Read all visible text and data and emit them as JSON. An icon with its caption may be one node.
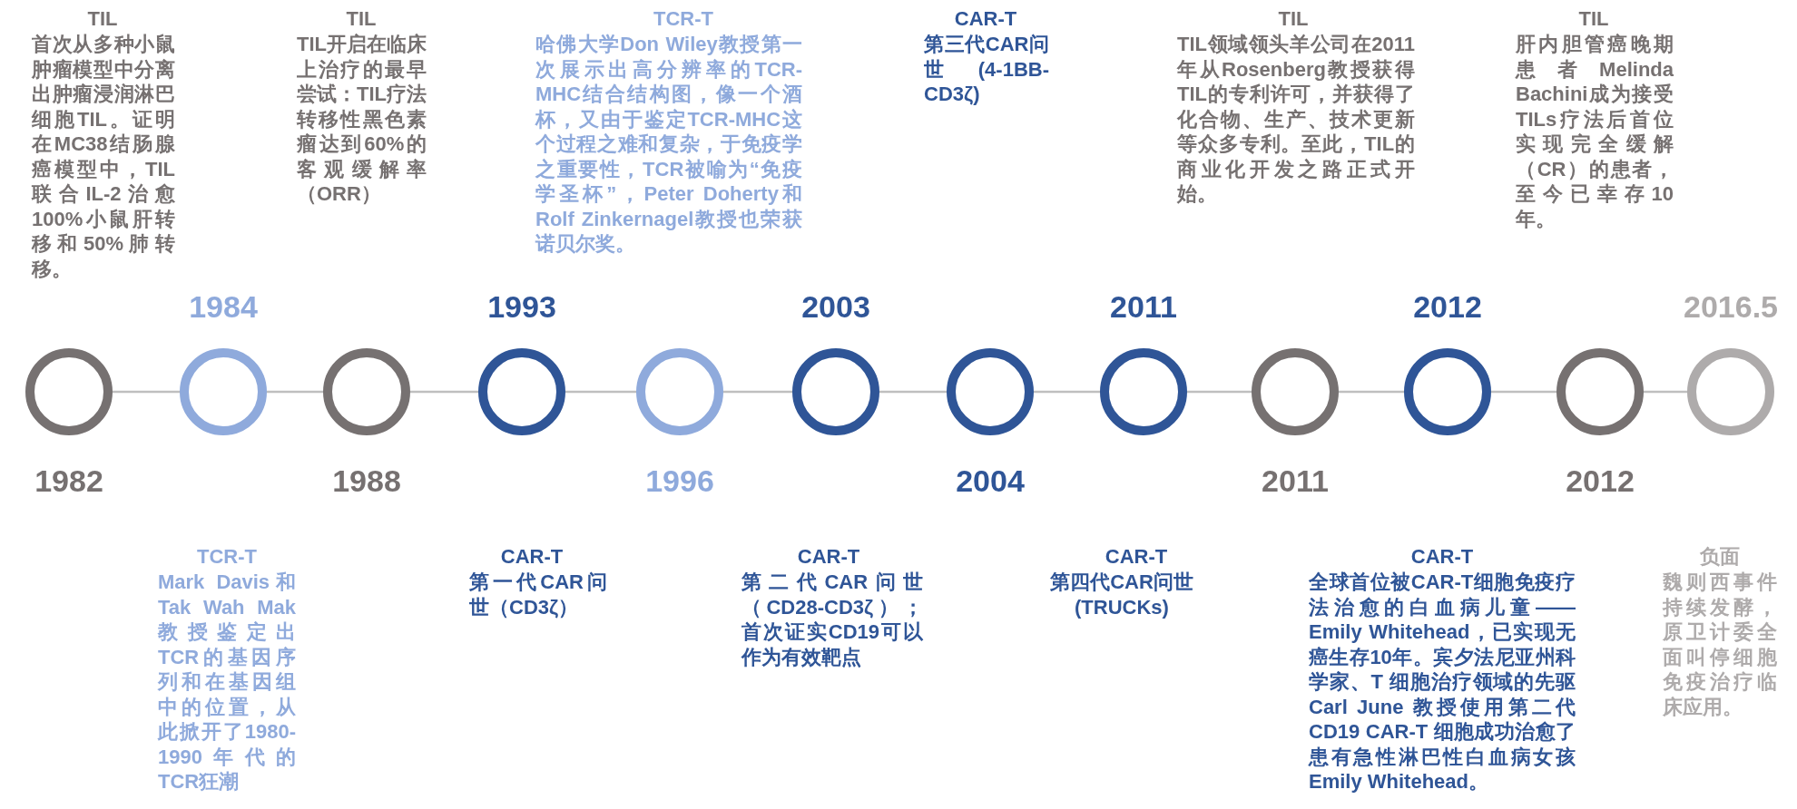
{
  "diagram": {
    "nodes": [
      {
        "text": [],
        "shape": "circle",
        "beside": [
          "1982",
          "TIL",
          "首次从多种小鼠肿瘤模型中分离出肿瘤浸润淋巴细胞TIL。证明在MC38结肠腺癌模型中，TIL联合IL-2治愈100%小鼠肝转移和50%肺转移。"
        ]
      },
      {
        "text": [],
        "shape": "circle",
        "beside": [
          "1984",
          "TCR-T",
          "Mark Davis和Tak Wah Mak教授鉴定出TCR的基因序列和在基因组中的位置，从此掀开了1980-1990年代的TCR狂潮"
        ]
      },
      {
        "text": [],
        "shape": "circle",
        "beside": [
          "1988",
          "TIL",
          "TIL开启在临床上治疗的最早尝试：TIL疗法转移性黑色素瘤达到60%的客观缓解率（ORR）"
        ]
      },
      {
        "text": [],
        "shape": "circle",
        "beside": [
          "1993",
          "CAR-T",
          "第一代CAR问世（CD3ζ）"
        ]
      },
      {
        "text": [],
        "shape": "circle",
        "beside": [
          "1996",
          "TCR-T",
          "哈佛大学Don Wiley教授第一次展示出高分辨率的TCR-MHC结合结构图，像一个酒杯，又由于鉴定TCR-MHC这个过程之难和复杂，于免疫学之重要性，TCR被喻为“免疫学圣杯”，Peter Doherty和Rolf Zinkernagel教授也荣获诺贝尔奖。"
        ]
      },
      {
        "text": [],
        "shape": "circle",
        "beside": [
          "2003",
          "CAR-T",
          "第二代CAR问世（CD28-CD3ζ）；首次证实CD19可以作为有效靶点"
        ]
      },
      {
        "text": [],
        "shape": "circle",
        "beside": [
          "2004",
          "CAR-T",
          "第三代CAR问世(4-1BB-CD3ζ)"
        ]
      },
      {
        "text": [],
        "shape": "circle",
        "beside": [
          "2011",
          "CAR-T",
          "第四代CAR问世(TRUCKs)"
        ]
      },
      {
        "text": [],
        "shape": "circle",
        "beside": [
          "2011",
          "TIL",
          "TIL领域领头羊公司在2011年从Rosenberg教授获得TIL的专利许可，并获得了化合物、生产、技术更新等众多专利。至此，TIL的商业化开发之路正式开始。"
        ]
      },
      {
        "text": [],
        "shape": "circle",
        "beside": [
          "2012",
          "CAR-T",
          "全球首位被CAR-T细胞免疫疗法治愈的白血病儿童——Emily Whitehead，已实现无癌生存10年。宾夕法尼亚州科学家、T 细胞治疗领域的先驱Carl June 教授使用第二代CD19 CAR-T 细胞成功治愈了患有急性淋巴性白血病女孩Emily Whitehead。"
        ]
      },
      {
        "text": [],
        "shape": "circle",
        "beside": [
          "2012",
          "TIL",
          "肝内胆管癌晚期患者Melinda Bachini成为接受TILs疗法后首位实现完全缓解（CR）的患者，至今已幸存10年。"
        ]
      },
      {
        "text": [],
        "shape": "circle",
        "beside": [
          "2016.5",
          "负面",
          "魏则西事件持续发酵，原卫计委全面叫停细胞免疫治疗临床应用。"
        ]
      }
    ],
    "edges": [
      {
        "from": 0,
        "to": 1,
        "arrow": "none"
      },
      {
        "from": 1,
        "to": 2,
        "arrow": "none"
      },
      {
        "from": 2,
        "to": 3,
        "arrow": "none"
      },
      {
        "from": 3,
        "to": 4,
        "arrow": "none"
      },
      {
        "from": 4,
        "to": 5,
        "arrow": "none"
      },
      {
        "from": 5,
        "to": 6,
        "arrow": "none"
      },
      {
        "from": 6,
        "to": 7,
        "arrow": "none"
      },
      {
        "from": 7,
        "to": 8,
        "arrow": "none"
      },
      {
        "from": 8,
        "to": 9,
        "arrow": "none"
      },
      {
        "from": 9,
        "to": 10,
        "arrow": "none"
      },
      {
        "from": 10,
        "to": 11,
        "arrow": "none"
      }
    ]
  }
}
